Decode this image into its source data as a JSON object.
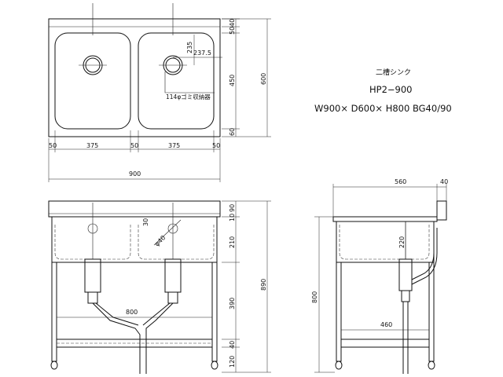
{
  "title_block": {
    "product_name": "二槽シンク",
    "model": "HP2−900",
    "spec": "W900× D600× H800 BG40/90"
  },
  "top_view": {
    "dims": {
      "drain_offset": "235",
      "drain_x": "237.5",
      "back_gap": "50",
      "bg": "40",
      "bowl_depth": "450",
      "front_gap": "60",
      "total_depth": "600",
      "margin_left": "50",
      "bowl_width_1": "375",
      "center_gap": "50",
      "bowl_width_2": "375",
      "margin_right": "50",
      "total_width": "900"
    },
    "note": "114φゴミ収納器"
  },
  "front_view": {
    "dims": {
      "bg": "90",
      "top": "10",
      "drain_height": "30",
      "bowl_depth": "210",
      "leg_upper": "390",
      "shelf": "40",
      "foot": "120",
      "overall_height": "890",
      "leg_span": "800",
      "drain_dia": "φ40"
    }
  },
  "side_view": {
    "dims": {
      "depth": "560",
      "bg": "40",
      "bowl_depth": "220",
      "leg_span": "460",
      "height": "800"
    }
  }
}
